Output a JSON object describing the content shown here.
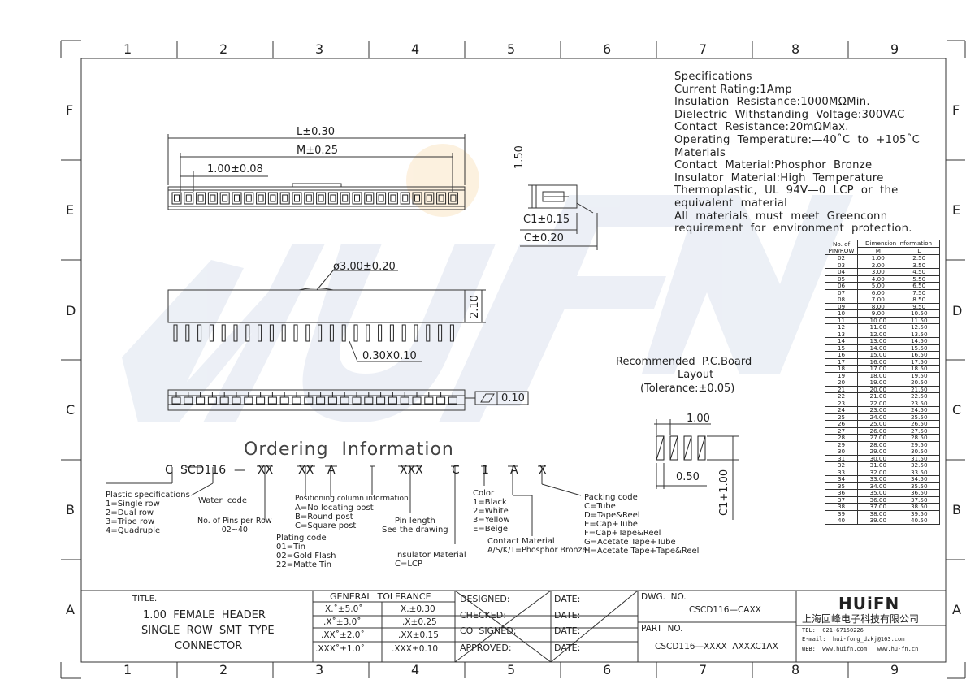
{
  "border": {
    "cols": [
      "1",
      "2",
      "3",
      "4",
      "5",
      "6",
      "7",
      "8",
      "9"
    ],
    "rows": [
      "F",
      "E",
      "D",
      "C",
      "B",
      "A"
    ]
  },
  "watermark": "HUIFN",
  "specs": [
    "Specifications",
    "Current Rating:1Amp",
    "Insulation  Resistance:1000MΩMin.",
    "Dielectric  Withstanding  Voltage:300VAC",
    "Contact  Resistance:20mΩMax.",
    "Operating  Temperature:—40˚C  to  +105˚C",
    "Materials",
    "Contact  Material:Phosphor  Bronze",
    "Insulator  Material:High  Temperature",
    "Thermoplastic,  UL  94V—0  LCP  or  the",
    "equivalent  material",
    "All  materials  must  meet  Greenconn",
    "requirement  for  environment  protection."
  ],
  "dims": {
    "L": "L±0.30",
    "M": "M±0.25",
    "pitch": "1.00±0.08",
    "h150": "1.50",
    "c1": "C1±0.15",
    "c": "C±0.20",
    "dia": "ø3.00±0.20",
    "h210": "2.10",
    "pin": "0.30X0.10",
    "flat": "0.10",
    "pcb_title": "Recommended  P.C.Board",
    "pcb_layout": "Layout",
    "pcb_tol": "(Tolerance:±0.05)",
    "pcb_pitch": "1.00",
    "pcb_w": "0.50",
    "pcb_h": "C1+1.00"
  },
  "ordering": {
    "title": "Ordering  Information",
    "code": [
      "C",
      "SCD116",
      "—",
      "XX",
      "XX",
      "A",
      "XXX",
      "C",
      "1",
      "A",
      "X"
    ],
    "plastic": [
      "Plastic  specifications",
      "1=Single  row",
      "2=Dual  row",
      "3=Tripe  row",
      "4=Quadruple"
    ],
    "water": "Water  code",
    "pins": [
      "No.  of  Pins  per  Row",
      "02~40"
    ],
    "plating": [
      "Plating  code",
      "01=Tin",
      "02=Gold  Flash",
      "22=Matte  Tin"
    ],
    "position": [
      "Positioning  column  information",
      "A=No  locating  post",
      "B=Round  post",
      "C=Square  post"
    ],
    "pinlen": [
      "Pin  length",
      "See  the  drawing"
    ],
    "insulator": [
      "Insulator  Material",
      "C=LCP"
    ],
    "color": [
      "Color",
      "1=Black",
      "2=White",
      "3=Yellow",
      "E=Beige"
    ],
    "contact": [
      "Contact  Material",
      "A/S/K/T=Phosphor  Bronze"
    ],
    "packing": [
      "Packing  code",
      "C=Tube",
      "D=Tape&Reel",
      "E=Cap+Tube",
      "F=Cap+Tape&Reel",
      "G=Acetate  Tape+Tube",
      "H=Acetate  Tape+Tape&Reel"
    ]
  },
  "dim_table": {
    "h1": "No.  of",
    "h1b": "PIN/ROW",
    "h2": "Dimension  Information",
    "hm": "M",
    "hl": "L",
    "rows": [
      [
        "02",
        "1.00",
        "2.50"
      ],
      [
        "03",
        "2.00",
        "3.50"
      ],
      [
        "04",
        "3.00",
        "4.50"
      ],
      [
        "05",
        "4.00",
        "5.50"
      ],
      [
        "06",
        "5.00",
        "6.50"
      ],
      [
        "07",
        "6.00",
        "7.50"
      ],
      [
        "08",
        "7.00",
        "8.50"
      ],
      [
        "09",
        "8.00",
        "9.50"
      ],
      [
        "10",
        "9.00",
        "10.50"
      ],
      [
        "11",
        "10.00",
        "11.50"
      ],
      [
        "12",
        "11.00",
        "12.50"
      ],
      [
        "13",
        "12.00",
        "13.50"
      ],
      [
        "14",
        "13.00",
        "14.50"
      ],
      [
        "15",
        "14.00",
        "15.50"
      ],
      [
        "16",
        "15.00",
        "16.50"
      ],
      [
        "17",
        "16.00",
        "17.50"
      ],
      [
        "18",
        "17.00",
        "18.50"
      ],
      [
        "19",
        "18.00",
        "19.50"
      ],
      [
        "20",
        "19.00",
        "20.50"
      ],
      [
        "21",
        "20.00",
        "21.50"
      ],
      [
        "22",
        "21.00",
        "22.50"
      ],
      [
        "23",
        "22.00",
        "23.50"
      ],
      [
        "24",
        "23.00",
        "24.50"
      ],
      [
        "25",
        "24.00",
        "25.50"
      ],
      [
        "26",
        "25.00",
        "26.50"
      ],
      [
        "27",
        "26.00",
        "27.50"
      ],
      [
        "28",
        "27.00",
        "28.50"
      ],
      [
        "29",
        "28.00",
        "29.50"
      ],
      [
        "30",
        "29.00",
        "30.50"
      ],
      [
        "31",
        "30.00",
        "31.50"
      ],
      [
        "32",
        "31.00",
        "32.50"
      ],
      [
        "33",
        "32.00",
        "33.50"
      ],
      [
        "34",
        "33.00",
        "34.50"
      ],
      [
        "35",
        "34.00",
        "35.50"
      ],
      [
        "36",
        "35.00",
        "36.50"
      ],
      [
        "37",
        "36.00",
        "37.50"
      ],
      [
        "38",
        "37.00",
        "38.50"
      ],
      [
        "39",
        "38.00",
        "39.50"
      ],
      [
        "40",
        "39.00",
        "40.50"
      ]
    ]
  },
  "title_block": {
    "title_lbl": "TITLE.",
    "title1": "1.00  FEMALE  HEADER",
    "title2": "SINGLE  ROW  SMT  TYPE",
    "title3": "CONNECTOR",
    "gen_tol": "GENERAL  TOLERANCE",
    "tol": [
      [
        "X.˚±5.0˚",
        "X.±0.30"
      ],
      [
        ".X˚±3.0˚",
        ".X±0.25"
      ],
      [
        ".XX˚±2.0˚",
        ".XX±0.15"
      ],
      [
        ".XXX˚±1.0˚",
        ".XXX±0.10"
      ]
    ],
    "roles": [
      "DESIGNED:",
      "CHECKED:",
      "CO  SIGNED:",
      "APPROVED:"
    ],
    "date": "DATE:",
    "dwg_lbl": "DWG.  NO.",
    "dwg": "CSCD116—CAXX",
    "part_lbl": "PART  NO.",
    "part": "CSCD116—XXXX  AXXXC1AX",
    "logo": "HUiFN",
    "company": "上海回峰电子科技有限公司",
    "tel": "TEL:  C21-67150226",
    "email": "E-mail:  hui-fong_dzkj@163.com",
    "web": "WEB:  www.huifn.com   www.hu-fn.cn"
  }
}
